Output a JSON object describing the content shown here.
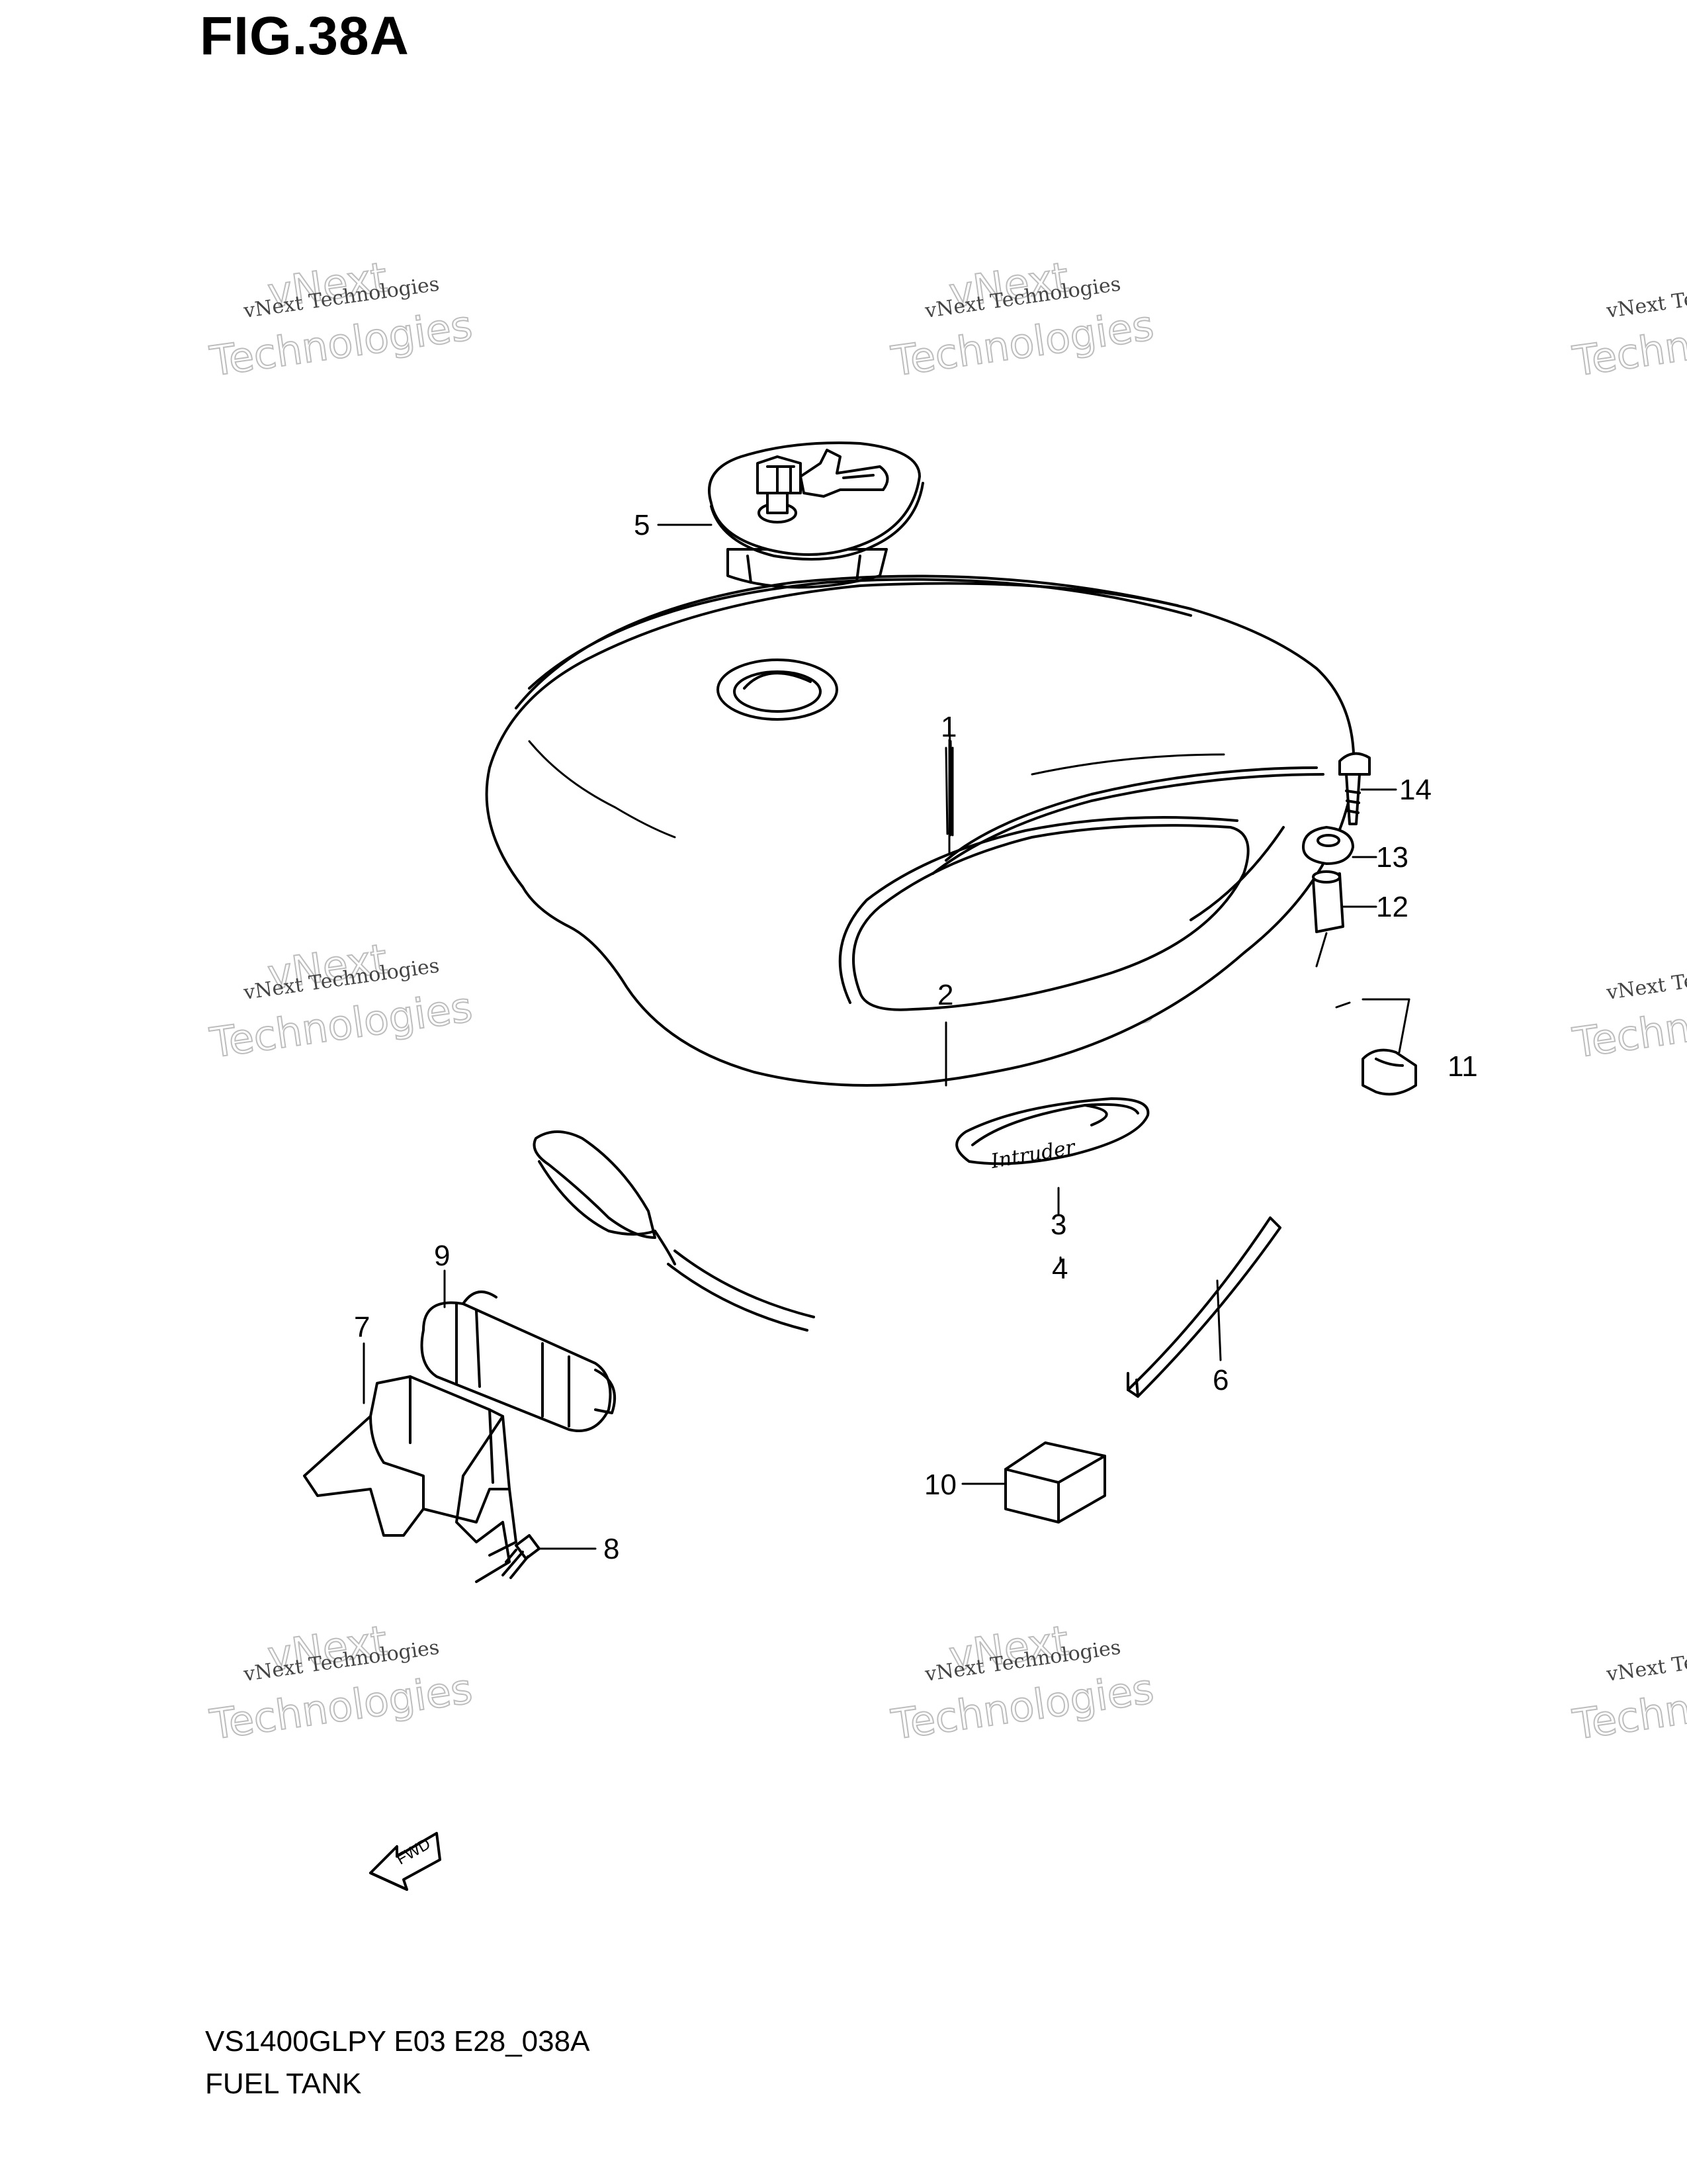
{
  "figure": {
    "title": "FIG.38A",
    "model_code": "VS1400GLPY E03 E28_038A",
    "assembly_name": "FUEL TANK"
  },
  "callouts": [
    {
      "number": "1"
    },
    {
      "number": "2"
    },
    {
      "number": "3"
    },
    {
      "number": "4"
    },
    {
      "number": "5"
    },
    {
      "number": "6"
    },
    {
      "number": "7"
    },
    {
      "number": "8"
    },
    {
      "number": "9"
    },
    {
      "number": "10"
    },
    {
      "number": "11"
    },
    {
      "number": "12"
    },
    {
      "number": "13"
    },
    {
      "number": "14"
    }
  ],
  "badge": {
    "text": "Intruder"
  },
  "direction_arrow": {
    "text": "FWD"
  },
  "watermark": {
    "line1": "vNext",
    "line2": "vNext Technologies",
    "line3": "Technologies"
  }
}
